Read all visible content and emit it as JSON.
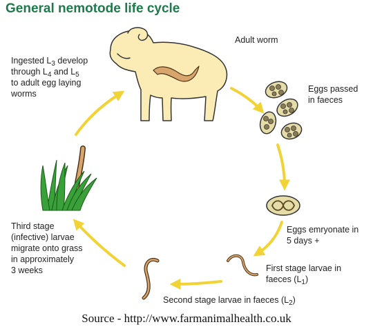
{
  "title": "General nemotode life cycle",
  "source": "Source - http://www.farmanimalhealth.co.uk",
  "stages": {
    "adult": {
      "text": "Adult worm"
    },
    "eggs_passed": {
      "l1": "Eggs passed",
      "l2": "in faeces"
    },
    "embryonate": {
      "l1": "Eggs emryonate in",
      "l2": "5 days +"
    },
    "first_stage": {
      "l1": "First stage larvae in",
      "l2_pre": "faeces (L",
      "l2_sub": "1",
      "l2_post": ")"
    },
    "second_stage": {
      "pre": "Second stage larvae in faeces (L",
      "sub": "2",
      "post": ")"
    },
    "third_stage": {
      "l1": "Third stage",
      "l2": "(infective) larvae",
      "l3": "migrate onto grass",
      "l4": "in approximately",
      "l5": "3 weeks"
    },
    "ingested": {
      "l1_pre": "Ingested L",
      "l1_sub": "3",
      "l1_post": " develop",
      "l2_pre": "through L",
      "l2_sub1": "4",
      "l2_mid": " and L",
      "l2_sub2": "5",
      "l3": "to adult egg laying",
      "l4": "worms"
    }
  },
  "colors": {
    "title": "#1e7a4a",
    "arrow": "#f2d335",
    "sheep": "#fbecb6",
    "egg": "#e6dca8",
    "grass": "#3aa03a"
  }
}
